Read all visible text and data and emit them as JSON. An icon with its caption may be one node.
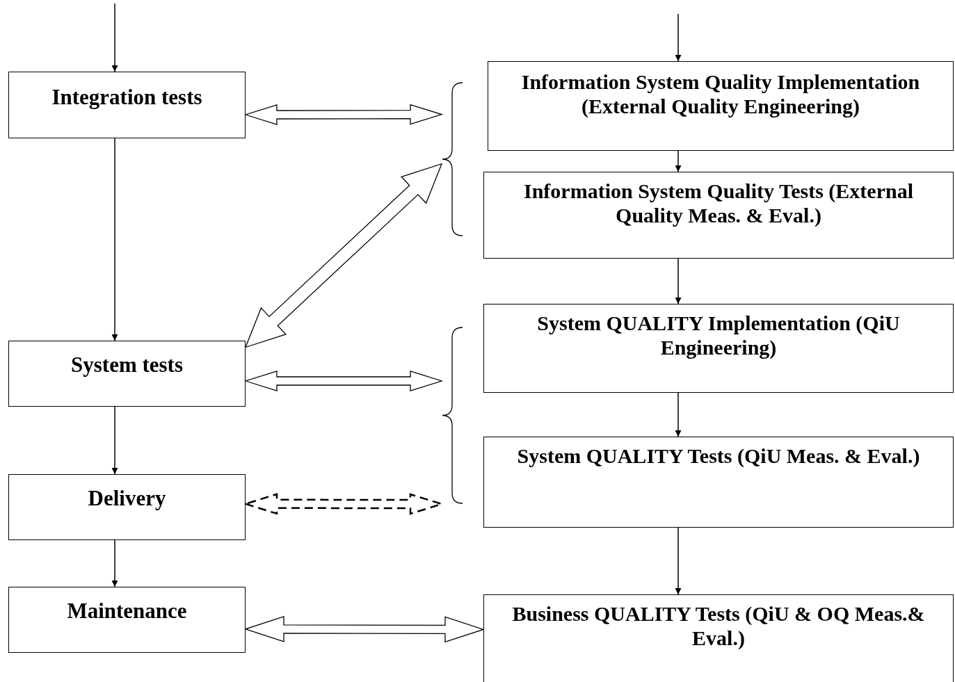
{
  "diagram": {
    "nodes": [
      {
        "text": [
          "Integration tests"
        ]
      },
      {
        "text": [
          "System tests"
        ]
      },
      {
        "text": [
          "Delivery"
        ]
      },
      {
        "text": [
          "Maintenance"
        ]
      },
      {
        "text": [
          "Information System Quality Implementation (External Quality Engineering)"
        ]
      },
      {
        "text": [
          "Information System Quality Tests (External Quality Meas. & Eval.)"
        ]
      },
      {
        "text": [
          "System QUALITY Implementation (QiU Engineering)"
        ]
      },
      {
        "text": [
          "System QUALITY Tests (QiU Meas. & Eval.)"
        ]
      },
      {
        "text": [
          "Business QUALITY Tests (QiU & OQ Meas.& Eval.)"
        ]
      },
      {
        "text": [],
        "shape": "brace"
      },
      {
        "text": [],
        "shape": "brace"
      }
    ],
    "edges": [
      {
        "from": null,
        "to": 0,
        "arrow": "to"
      },
      {
        "from": null,
        "to": 4,
        "arrow": "to"
      },
      {
        "from": 0,
        "to": 1,
        "arrow": "to"
      },
      {
        "from": 1,
        "to": 2,
        "arrow": "to"
      },
      {
        "from": 2,
        "to": 3,
        "arrow": "to"
      },
      {
        "from": 4,
        "to": 5,
        "arrow": "to"
      },
      {
        "from": 5,
        "to": 6,
        "arrow": "to"
      },
      {
        "from": 6,
        "to": 7,
        "arrow": "to"
      },
      {
        "from": 7,
        "to": 8,
        "arrow": "to"
      },
      {
        "from": 0,
        "to": 9,
        "arrow": "both",
        "style": "thick"
      },
      {
        "from": 1,
        "to": 9,
        "arrow": "both",
        "style": "thick"
      },
      {
        "from": 1,
        "to": 10,
        "arrow": "both",
        "style": "thick"
      },
      {
        "from": 2,
        "to": 10,
        "arrow": "both",
        "style": "dashed"
      },
      {
        "from": 3,
        "to": 8,
        "arrow": "both",
        "style": "thick"
      }
    ]
  }
}
